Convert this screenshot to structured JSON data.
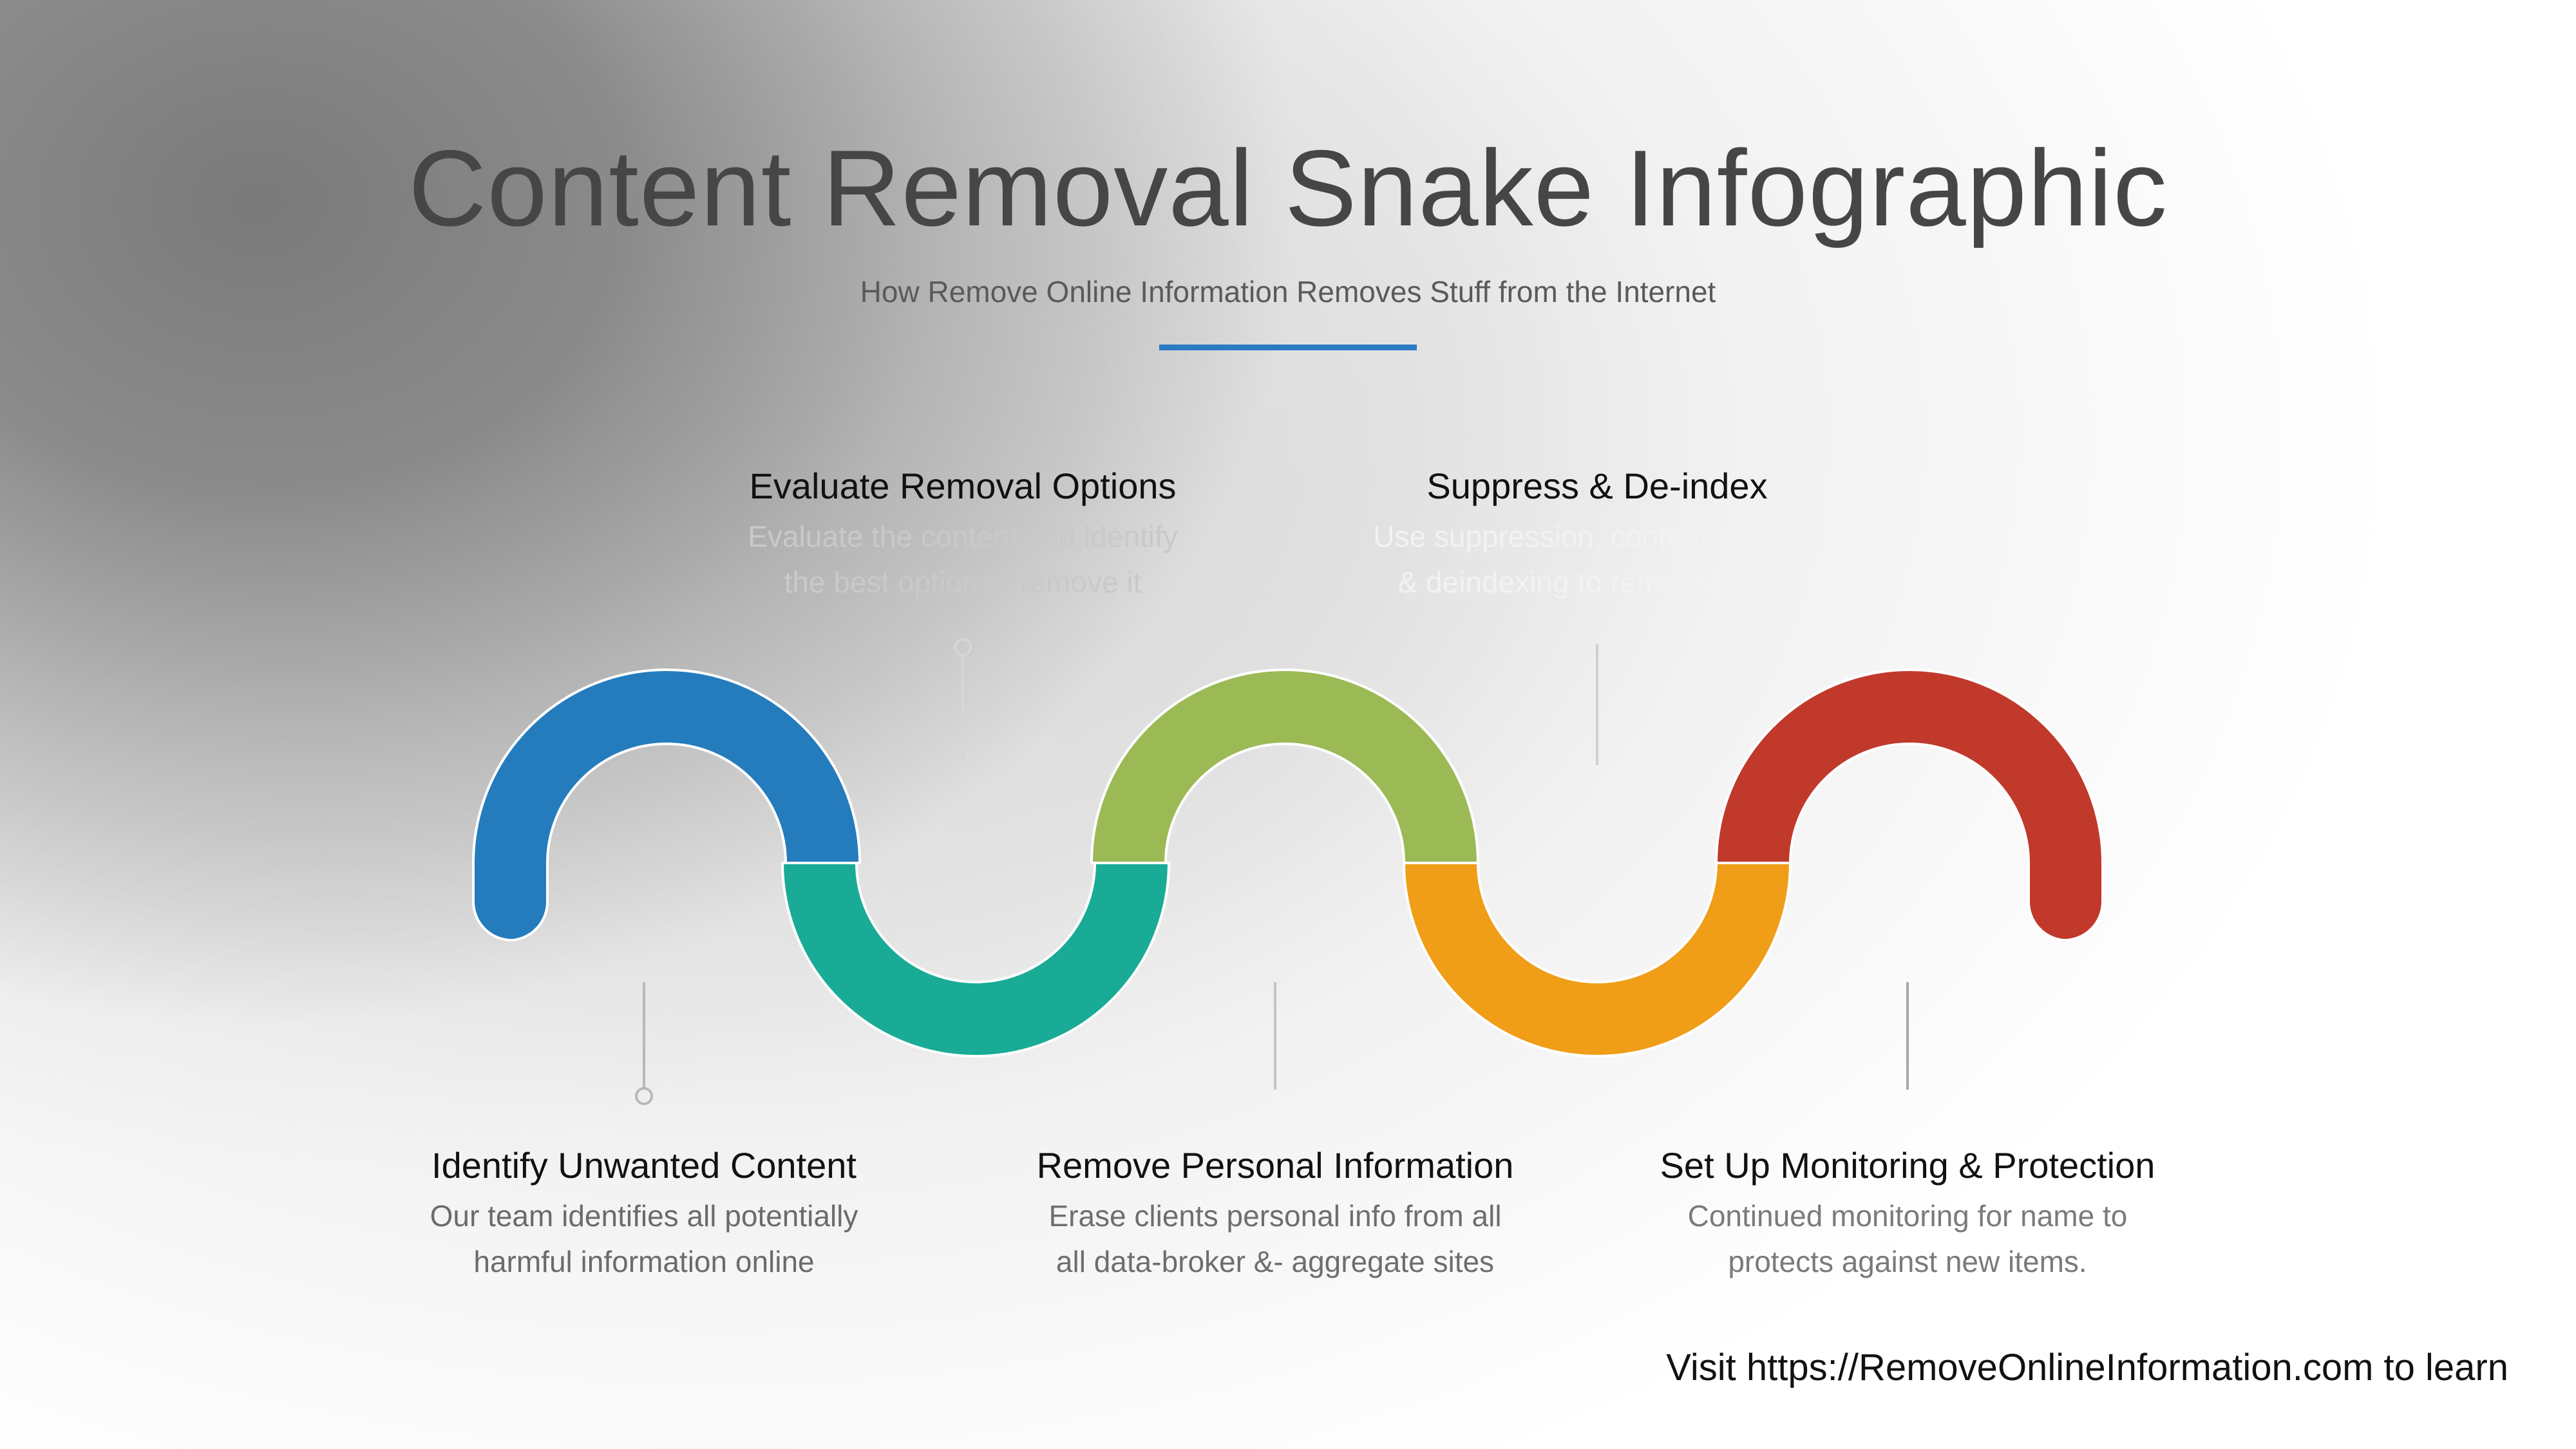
{
  "title": "Content Removal Snake Infographic",
  "subtitle": "How Remove Online Information Removes Stuff from the Internet",
  "steps": [
    {
      "title": "Identify Unwanted Content",
      "desc1": "Our team identifies all potentially",
      "desc2": "harmful information online",
      "color": "#247cbd"
    },
    {
      "title": "Evaluate Removal Options",
      "desc1": "Evaluate the content and identify",
      "desc2": "the best option to remove it",
      "color": "#19ab95"
    },
    {
      "title": "Remove Personal Information",
      "desc1": "Erase clients personal info from all",
      "desc2": "all data-broker &- aggregate sites",
      "color": "#9bba56"
    },
    {
      "title": "Suppress & De-index",
      "desc1": "Use suppression, content removal",
      "desc2": "& deindexing to remove items.",
      "color": "#f09d18"
    },
    {
      "title": "Set Up Monitoring & Protection",
      "desc1": "Continued monitoring for name to",
      "desc2": "protects against new items.",
      "color": "#c0392b"
    }
  ],
  "accent_color": "#2a7ac4",
  "footer": "Visit https://RemoveOnlineInformation.com to learn"
}
